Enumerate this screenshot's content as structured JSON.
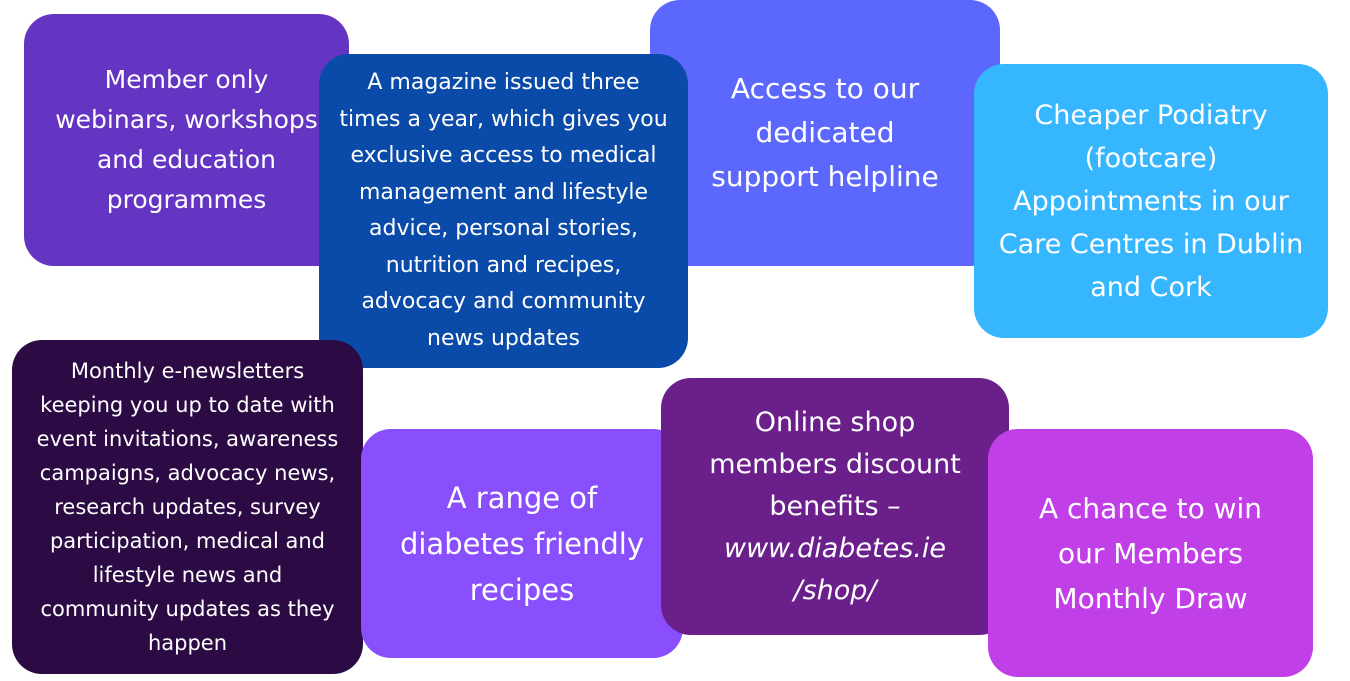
{
  "cards": [
    {
      "id": "webinars",
      "color": "#6435c2",
      "lines": [
        "Member only",
        "webinars, workshops",
        "and education",
        "programmes"
      ]
    },
    {
      "id": "helpline",
      "color": "#5c67fe",
      "lines": [
        "Access to our",
        "dedicated",
        "support helpline"
      ]
    },
    {
      "id": "magazine",
      "color": "#0a4aa8",
      "lines": [
        "A magazine issued three",
        "times a year, which gives you",
        "exclusive access to medical",
        "management and lifestyle",
        "advice, personal stories,",
        "nutrition and recipes,",
        "advocacy and community",
        "news updates"
      ]
    },
    {
      "id": "podiatry",
      "color": "#35b6fe",
      "lines": [
        "Cheaper Podiatry",
        "(footcare)",
        "Appointments in our",
        "Care Centres in Dublin",
        "and Cork"
      ]
    },
    {
      "id": "newsletter",
      "color": "#2c0b45",
      "lines": [
        "Monthly e-newsletters",
        "keeping you up to date with",
        "event invitations, awareness",
        "campaigns, advocacy news,",
        "research updates, survey",
        "participation, medical and",
        "lifestyle news and",
        "community updates as they",
        "happen"
      ]
    },
    {
      "id": "recipes",
      "color": "#8a4ffd",
      "lines": [
        "A range of",
        "diabetes friendly",
        "recipes"
      ]
    },
    {
      "id": "shop",
      "color": "#6b1f8b",
      "lines": [
        "Online shop",
        "members discount",
        "benefits –"
      ],
      "italic_lines": [
        "www.diabetes.ie",
        "/shop/"
      ]
    },
    {
      "id": "draw",
      "color": "#c13fe6",
      "lines": [
        "A chance to win",
        "our Members",
        "Monthly Draw"
      ]
    }
  ]
}
